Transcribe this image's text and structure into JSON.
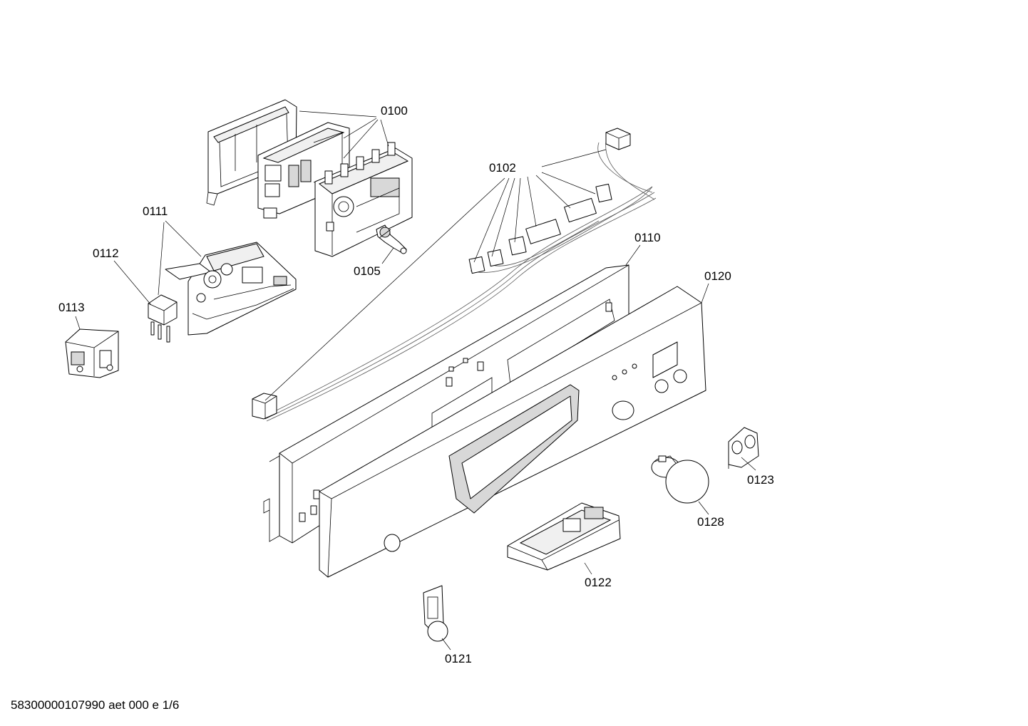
{
  "parts": [
    {
      "id": "p0100",
      "label": "0100"
    },
    {
      "id": "p0102",
      "label": "0102"
    },
    {
      "id": "p0105",
      "label": "0105"
    },
    {
      "id": "p0110",
      "label": "0110"
    },
    {
      "id": "p0111",
      "label": "0111"
    },
    {
      "id": "p0112",
      "label": "0112"
    },
    {
      "id": "p0113",
      "label": "0113"
    },
    {
      "id": "p0120",
      "label": "0120"
    },
    {
      "id": "p0121",
      "label": "0121"
    },
    {
      "id": "p0122",
      "label": "0122"
    },
    {
      "id": "p0123",
      "label": "0123"
    },
    {
      "id": "p0128",
      "label": "0128"
    }
  ],
  "footer": {
    "text": "58300000107990 aet 000 e 1/6"
  }
}
